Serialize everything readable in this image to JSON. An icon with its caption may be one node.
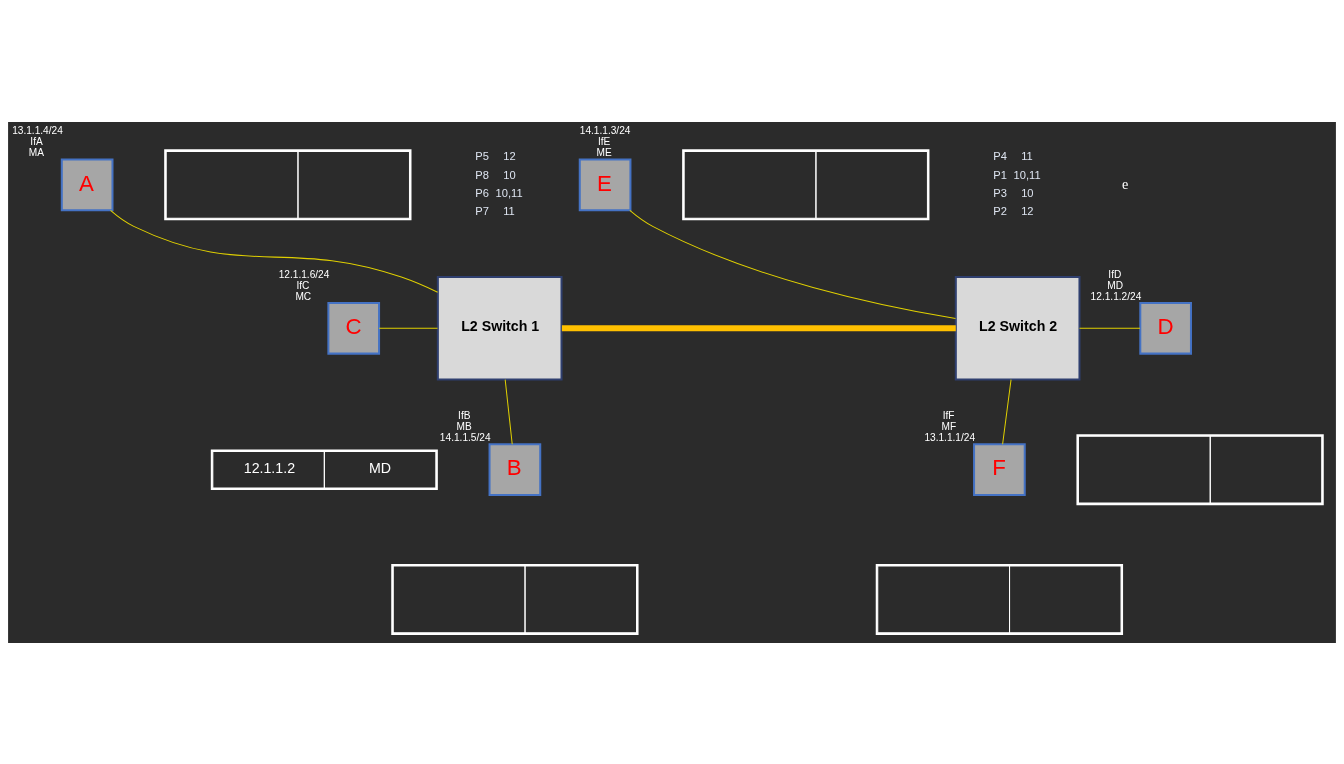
{
  "diagram": {
    "nodes": [
      {
        "text": [
          "A"
        ],
        "beside": [
          "13.1.1.4/24",
          "IfA",
          "MA"
        ]
      },
      {
        "text": [
          "E"
        ],
        "beside": [
          "14.1.1.3/24",
          "IfE",
          "ME"
        ]
      },
      {
        "text": [
          "L2 Switch 1"
        ],
        "beside": [
          "P5",
          "12",
          "P8",
          "10",
          "P6",
          "10,11",
          "P7",
          "11"
        ]
      },
      {
        "text": [
          "L2 Switch 2"
        ],
        "beside": [
          "P4",
          "11",
          "P1",
          "10,11",
          "P3",
          "10",
          "P2",
          "12"
        ]
      },
      {
        "text": [
          "C"
        ],
        "beside": [
          "12.1.1.6/24",
          "IfC",
          "MC"
        ]
      },
      {
        "text": [
          "D"
        ],
        "beside": [
          "IfD",
          "MD",
          "12.1.1.2/24"
        ]
      },
      {
        "text": [
          "B"
        ],
        "beside": [
          "IfB",
          "MB",
          "14.1.1.5/24"
        ]
      },
      {
        "text": [
          "F"
        ],
        "beside": [
          "IfF",
          "MF",
          "13.1.1.1/24"
        ]
      },
      {
        "text": [],
        "shape": "box"
      },
      {
        "text": [],
        "shape": "box"
      },
      {
        "text": [
          "12.1.1.2",
          "MD"
        ]
      },
      {
        "text": [],
        "shape": "box"
      },
      {
        "text": [],
        "shape": "box"
      },
      {
        "text": [],
        "shape": "box"
      }
    ],
    "edges": [
      {
        "from": 0,
        "to": 2,
        "arrow": "none"
      },
      {
        "from": 1,
        "to": 3,
        "arrow": "none"
      },
      {
        "from": 4,
        "to": 2,
        "arrow": "none"
      },
      {
        "from": 2,
        "to": 3,
        "arrow": "none",
        "style": "thick",
        "color": "#ffc000"
      },
      {
        "from": 3,
        "to": 5,
        "arrow": "none"
      },
      {
        "from": 2,
        "to": 6,
        "arrow": "none"
      },
      {
        "from": 3,
        "to": 7,
        "arrow": "none"
      }
    ],
    "labels": [
      "e"
    ]
  }
}
